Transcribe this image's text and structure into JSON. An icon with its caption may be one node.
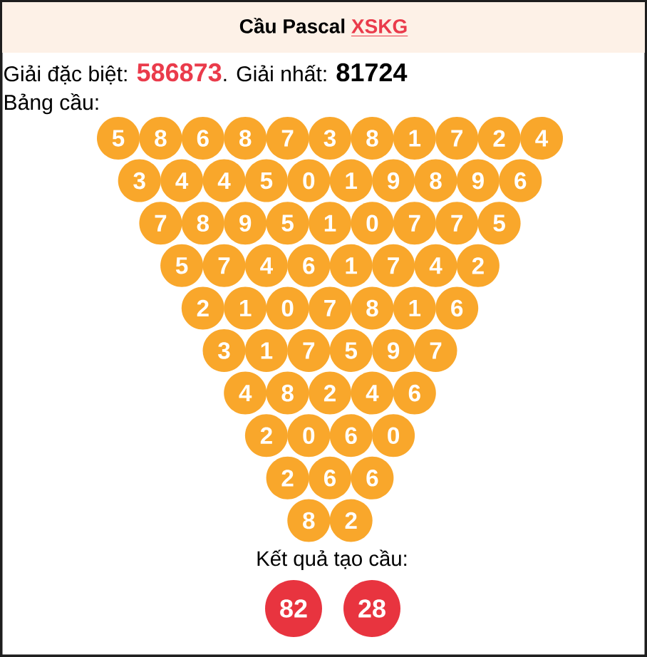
{
  "diagram": {
    "nodes": [
      {
        "text": [
          "Cầu Pascal",
          "XSKG"
        ]
      },
      {
        "text": [
          "5"
        ]
      },
      {
        "text": [
          "8"
        ]
      },
      {
        "text": [
          "6"
        ]
      },
      {
        "text": [
          "8"
        ]
      },
      {
        "text": [
          "7"
        ]
      },
      {
        "text": [
          "3"
        ]
      },
      {
        "text": [
          "8"
        ]
      },
      {
        "text": [
          "1"
        ]
      },
      {
        "text": [
          "7"
        ]
      },
      {
        "text": [
          "2"
        ]
      },
      {
        "text": [
          "4"
        ]
      },
      {
        "text": [
          "3"
        ]
      },
      {
        "text": [
          "4"
        ]
      },
      {
        "text": [
          "4"
        ]
      },
      {
        "text": [
          "5"
        ]
      },
      {
        "text": [
          "0"
        ]
      },
      {
        "text": [
          "1"
        ]
      },
      {
        "text": [
          "9"
        ]
      },
      {
        "text": [
          "8"
        ]
      },
      {
        "text": [
          "9"
        ]
      },
      {
        "text": [
          "6"
        ]
      },
      {
        "text": [
          "7"
        ]
      },
      {
        "text": [
          "8"
        ]
      },
      {
        "text": [
          "9"
        ]
      },
      {
        "text": [
          "5"
        ]
      },
      {
        "text": [
          "1"
        ]
      },
      {
        "text": [
          "0"
        ]
      },
      {
        "text": [
          "7"
        ]
      },
      {
        "text": [
          "7"
        ]
      },
      {
        "text": [
          "5"
        ]
      },
      {
        "text": [
          "5"
        ]
      },
      {
        "text": [
          "7"
        ]
      },
      {
        "text": [
          "4"
        ]
      },
      {
        "text": [
          "6"
        ]
      },
      {
        "text": [
          "1"
        ]
      },
      {
        "text": [
          "7"
        ]
      },
      {
        "text": [
          "4"
        ]
      },
      {
        "text": [
          "2"
        ]
      },
      {
        "text": [
          "2"
        ]
      },
      {
        "text": [
          "1"
        ]
      },
      {
        "text": [
          "0"
        ]
      },
      {
        "text": [
          "7"
        ]
      },
      {
        "text": [
          "8"
        ]
      },
      {
        "text": [
          "1"
        ]
      },
      {
        "text": [
          "6"
        ]
      },
      {
        "text": [
          "3"
        ]
      },
      {
        "text": [
          "1"
        ]
      },
      {
        "text": [
          "7"
        ]
      },
      {
        "text": [
          "5"
        ]
      },
      {
        "text": [
          "9"
        ]
      },
      {
        "text": [
          "7"
        ]
      },
      {
        "text": [
          "4"
        ]
      },
      {
        "text": [
          "8"
        ]
      },
      {
        "text": [
          "2"
        ]
      },
      {
        "text": [
          "4"
        ]
      },
      {
        "text": [
          "6"
        ]
      },
      {
        "text": [
          "2"
        ]
      },
      {
        "text": [
          "0"
        ]
      },
      {
        "text": [
          "6"
        ]
      },
      {
        "text": [
          "0"
        ]
      },
      {
        "text": [
          "2"
        ]
      },
      {
        "text": [
          "6"
        ]
      },
      {
        "text": [
          "6"
        ]
      },
      {
        "text": [
          "8"
        ]
      },
      {
        "text": [
          "2"
        ]
      },
      {
        "text": [
          "82"
        ]
      },
      {
        "text": [
          "28"
        ]
      }
    ],
    "labels": [
      "Giải đặc biệt:",
      "586873",
      ". Giải nhất:",
      "81724",
      "Bảng cầu:",
      "Kết quả tạo cầu:"
    ]
  }
}
